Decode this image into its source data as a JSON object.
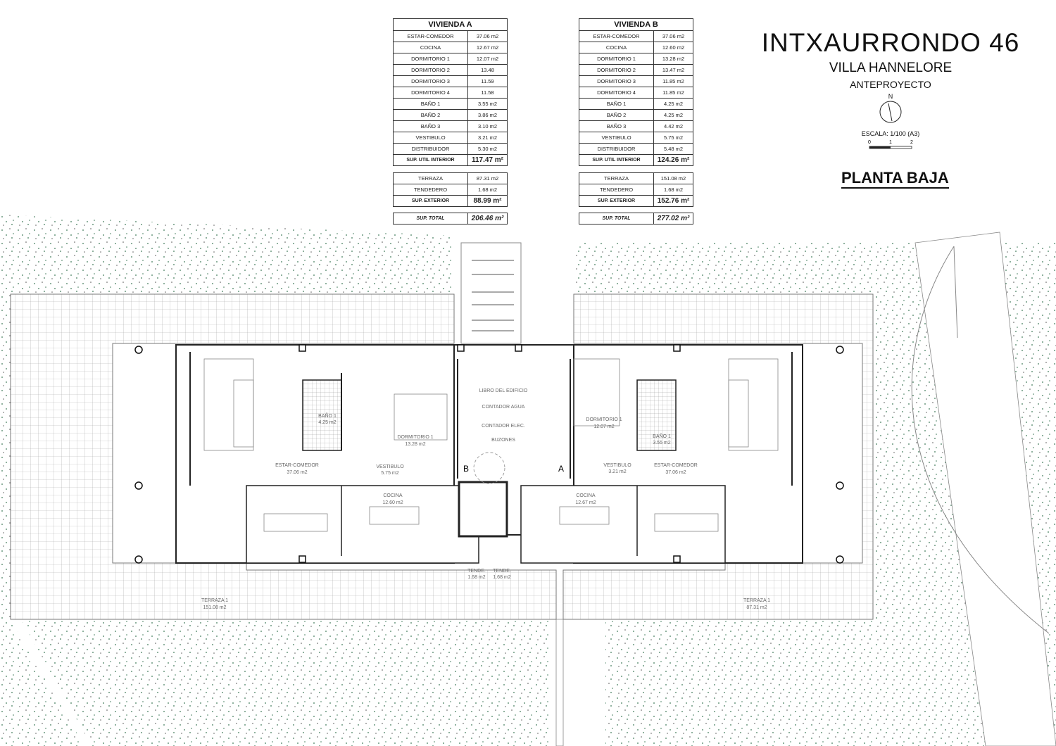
{
  "header": {
    "title": "INTXAURRONDO 46",
    "subtitle": "VILLA HANNELORE",
    "phase": "ANTEPROYECTO",
    "north": "N",
    "scale_label": "ESCALA: 1/100 (A3)",
    "scale_ticks": [
      "0",
      "1",
      "2"
    ],
    "plan_name": "PLANTA BAJA"
  },
  "vivienda_a": {
    "title": "VIVIENDA A",
    "rooms": [
      [
        "ESTAR-COMEDOR",
        "37.06 m2"
      ],
      [
        "COCINA",
        "12.67 m2"
      ],
      [
        "DORMITORIO 1",
        "12.07 m2"
      ],
      [
        "DORMITORIO 2",
        "13.48"
      ],
      [
        "DORMITORIO 3",
        "11.59"
      ],
      [
        "DORMITORIO 4",
        "11.58"
      ],
      [
        "BAÑO 1",
        "3.55 m2"
      ],
      [
        "BAÑO 2",
        "3.86 m2"
      ],
      [
        "BAÑO 3",
        "3.10 m2"
      ],
      [
        "VESTIBULO",
        "3.21 m2"
      ],
      [
        "DISTRIBUIDOR",
        "5.30 m2"
      ]
    ],
    "interior": [
      "SUP. UTIL INTERIOR",
      "117.47 m²"
    ],
    "exterior": [
      [
        "TERRAZA",
        "87.31 m2"
      ],
      [
        "TENDEDERO",
        "1.68 m2"
      ]
    ],
    "ext_total": [
      "SUP. EXTERIOR",
      "88.99 m²"
    ],
    "total": [
      "SUP. TOTAL",
      "206.46 m²"
    ]
  },
  "vivienda_b": {
    "title": "VIVIENDA B",
    "rooms": [
      [
        "ESTAR-COMEDOR",
        "37.06 m2"
      ],
      [
        "COCINA",
        "12.60 m2"
      ],
      [
        "DORMITORIO 1",
        "13.28 m2"
      ],
      [
        "DORMITORIO 2",
        "13.47 m2"
      ],
      [
        "DORMITORIO 3",
        "11.85 m2"
      ],
      [
        "DORMITORIO 4",
        "11.85 m2"
      ],
      [
        "BAÑO 1",
        "4.25 m2"
      ],
      [
        "BAÑO 2",
        "4.25 m2"
      ],
      [
        "BAÑO 3",
        "4.42 m2"
      ],
      [
        "VESTIBULO",
        "5.75 m2"
      ],
      [
        "DISTRIBUIDOR",
        "5.48 m2"
      ]
    ],
    "interior": [
      "SUP. UTIL INTERIOR",
      "124.26 m²"
    ],
    "exterior": [
      [
        "TERRAZA",
        "151.08 m2"
      ],
      [
        "TENDEDERO",
        "1.68 m2"
      ]
    ],
    "ext_total": [
      "SUP. EXTERIOR",
      "152.76 m²"
    ],
    "total": [
      "SUP. TOTAL",
      "277.02 m²"
    ]
  },
  "plan_labels": {
    "left": {
      "estar": "ESTAR-COMEDOR",
      "estar_area": "37.06 m2",
      "bano": "BAÑO 1",
      "bano_area": "4.25 m2",
      "dorm": "DORMITORIO 1",
      "dorm_area": "13.28 m2",
      "vest": "VESTIBULO",
      "vest_area": "5.75 m2",
      "cocina": "COCINA",
      "cocina_area": "12.60 m2",
      "terraza": "TERRAZA 1",
      "terraza_area": "151.08 m2",
      "door": "B"
    },
    "right": {
      "estar": "ESTAR-COMEDOR",
      "estar_area": "37.06 m2",
      "bano": "BAÑO 1",
      "bano_area": "3.55 m2",
      "dorm": "DORMITORIO 1",
      "dorm_area": "12.07 m2",
      "vest": "VESTIBULO",
      "vest_area": "3.21 m2",
      "cocina": "COCINA",
      "cocina_area": "12.67 m2",
      "terraza": "TERRAZA 1",
      "terraza_area": "87.31 m2",
      "door": "A"
    },
    "common": {
      "libro": "LIBRO DEL EDIFICIO",
      "agua": "CONTADOR AGUA",
      "elec": "CONTADOR ELEC.",
      "buzones": "BUZONES",
      "tende": "TENDE.",
      "tende_area": "1.68 m2"
    }
  }
}
